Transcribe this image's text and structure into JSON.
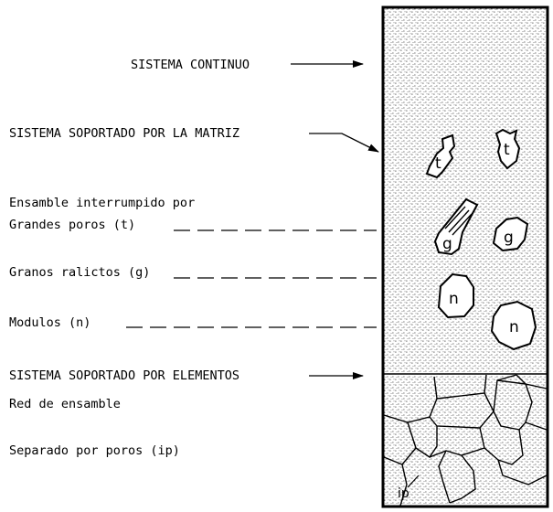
{
  "labels": {
    "continuous_system": "SISTEMA CONTINUO",
    "matrix_supported": "SISTEMA SOPORTADO POR LA MATRIZ",
    "interrupted_line1": "Ensamble interrumpido por",
    "interrupted_line2": "Grandes poros (t)",
    "grains": "Granos ralictos (g)",
    "nodules": "Modulos (n)",
    "element_supported": "SISTEMA SOPORTADO POR ELEMENTOS",
    "network": "Red de ensamble",
    "separated": "Separado por poros (ip)"
  },
  "inclusion_letters": {
    "t": "t",
    "g": "g",
    "n": "n",
    "ip": "ip"
  }
}
